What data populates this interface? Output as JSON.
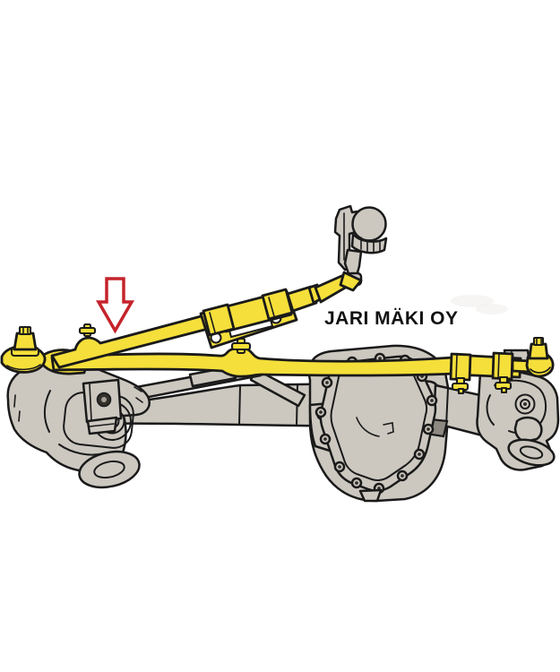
{
  "watermark": {
    "text": "JARI MÄKI OY"
  },
  "annotation": {
    "arrow_icon": "down-arrow-outline",
    "highlighted_assembly": "steering-linkage"
  },
  "colors": {
    "background": "#FFFFFF",
    "highlight_yellow": "#F5DF3A",
    "part_gray": "#CCC8C0",
    "part_gray_dark": "#8D8982",
    "outline": "#1A1A1A",
    "arrow_red": "#C5232B",
    "bolt_dark": "#33302C",
    "text": "#111111",
    "smudge": "#EEECEB"
  }
}
